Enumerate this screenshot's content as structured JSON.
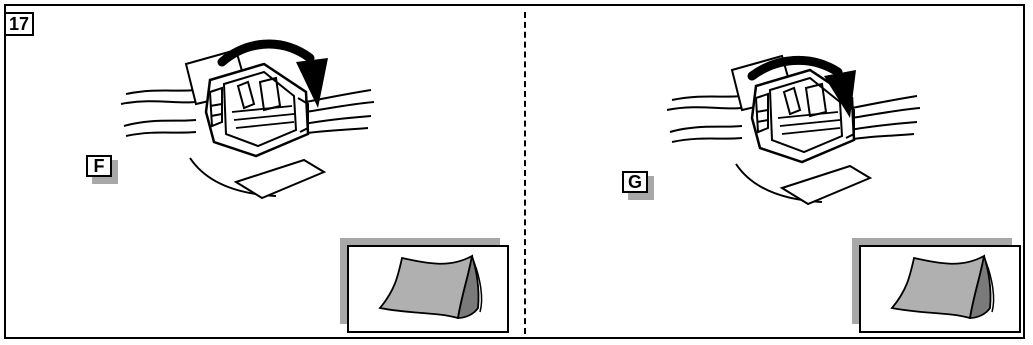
{
  "step": {
    "number": "17"
  },
  "panels": [
    {
      "id": "left",
      "label": "F",
      "icon": "connector-unlatch-icon",
      "inset_icon": "folded-page-icon"
    },
    {
      "id": "right",
      "label": "G",
      "icon": "connector-unlatch-icon",
      "inset_icon": "folded-page-icon"
    }
  ],
  "colors": {
    "line": "#000000",
    "shadow": "#a8a8a8",
    "page_gray": "#b0b0b0",
    "page_dark": "#7a7a7a"
  }
}
